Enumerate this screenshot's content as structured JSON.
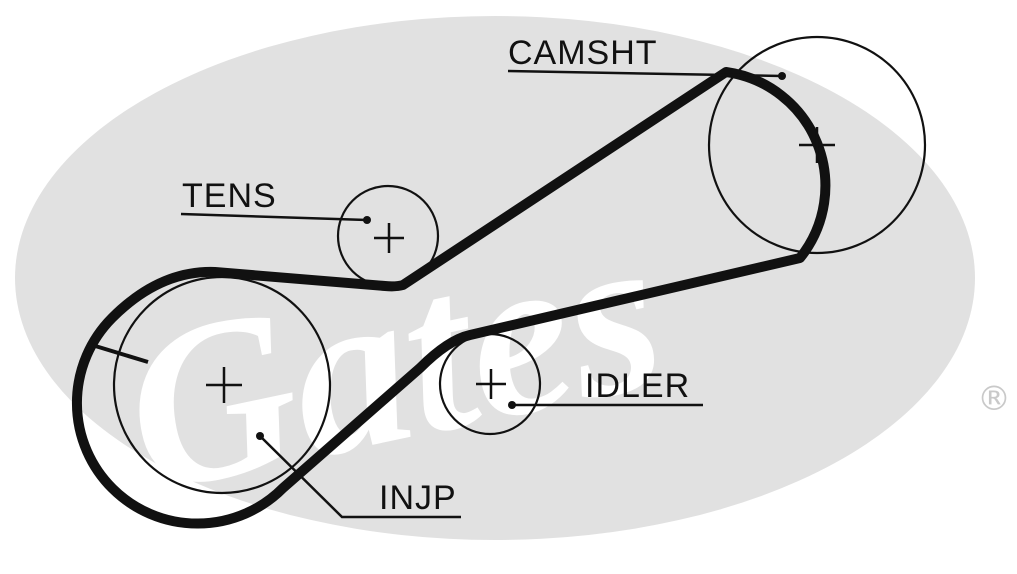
{
  "diagram": {
    "labels": {
      "camshaft": "CAMSHT",
      "tensioner": "TENS",
      "idler": "IDLER",
      "injection_pump": "INJP"
    },
    "watermark": {
      "brand": "Gates",
      "registered_mark": "®"
    },
    "colors": {
      "belt": "#111111",
      "watermark_ellipse": "#e1e1e1",
      "watermark_text": "#ffffff",
      "ink": "#111111"
    }
  }
}
